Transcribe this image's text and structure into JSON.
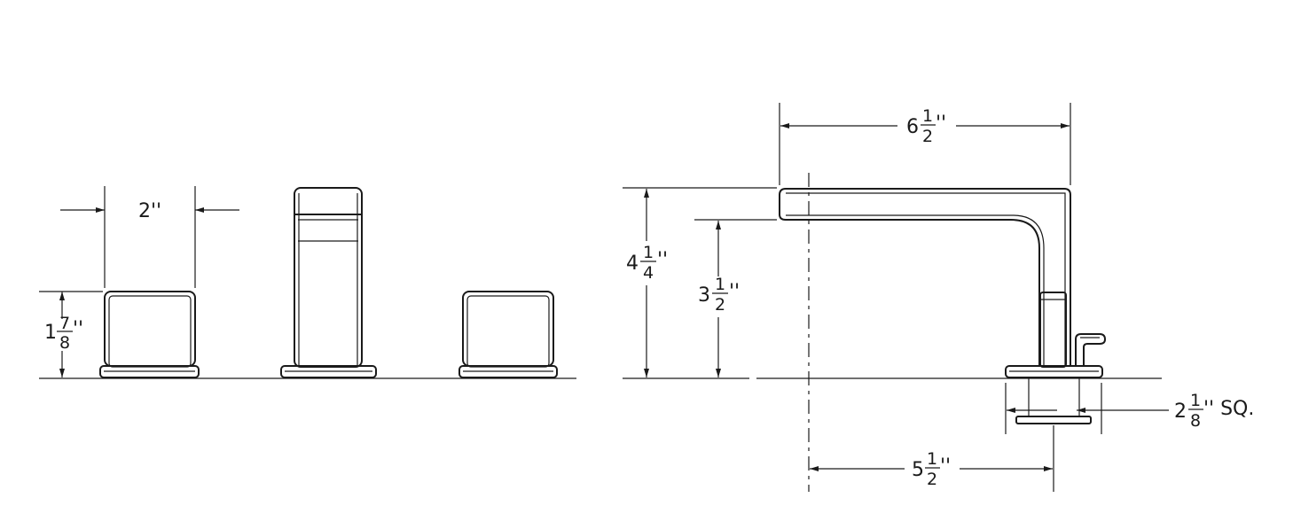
{
  "dimensions": {
    "handle_width": {
      "whole": "",
      "num": "",
      "den": "",
      "unit": "2''"
    },
    "handle_height": {
      "whole": "1",
      "num": "7",
      "den": "8",
      "unit": "''"
    },
    "spout_reach_total": {
      "whole": "6",
      "num": "1",
      "den": "2",
      "unit": "''"
    },
    "spout_overall_height": {
      "whole": "4",
      "num": "1",
      "den": "4",
      "unit": "''"
    },
    "spout_clearance": {
      "whole": "3",
      "num": "1",
      "den": "2",
      "unit": "''"
    },
    "spout_reach_center": {
      "whole": "5",
      "num": "1",
      "den": "2",
      "unit": "''"
    },
    "base_square": {
      "whole": "2",
      "num": "1",
      "den": "8",
      "unit": "'' SQ."
    }
  }
}
